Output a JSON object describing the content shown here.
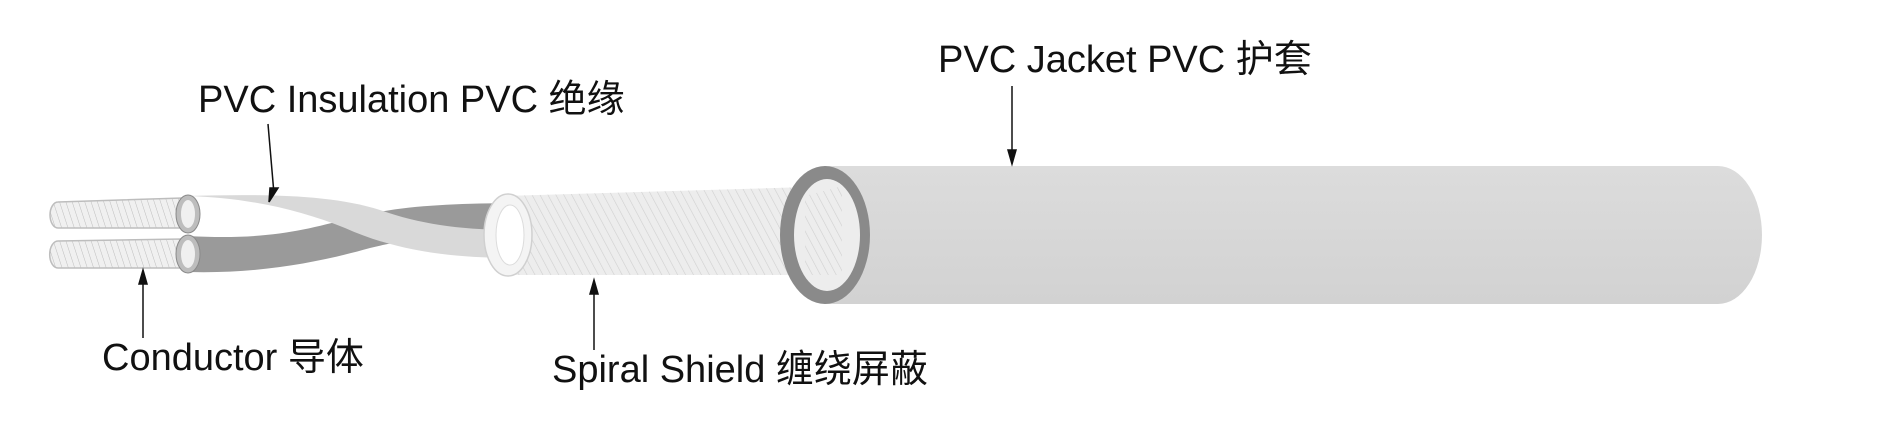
{
  "labels": {
    "insulation": "PVC Insulation   PVC 绝缘",
    "jacket": "PVC Jacket  PVC  护套",
    "conductor": "Conductor  导体",
    "shield": "Spiral Shield  缠绕屏蔽"
  },
  "colors": {
    "jacket": "#d6d6d6",
    "jacket_edge": "#c6c6c6",
    "jacket_ring": "#8a8a8a",
    "shield": "#ededed",
    "shield_lines": "#cfcfcf",
    "insulation_light": "#d9d9d9",
    "insulation_dark": "#9a9a9a",
    "conductor": "#f0f0f0",
    "conductor_lines": "#bdbdbd",
    "text": "#111111"
  }
}
